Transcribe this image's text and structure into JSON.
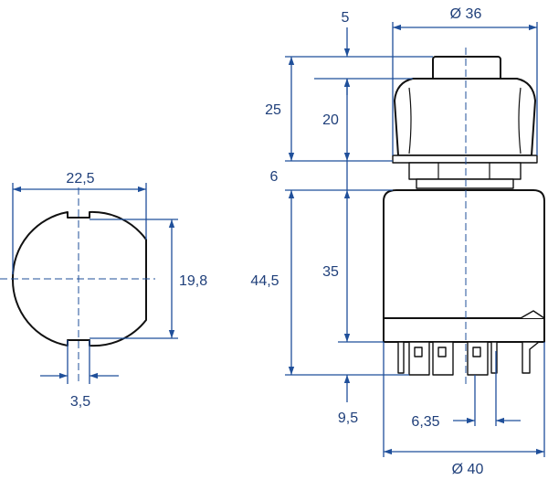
{
  "colors": {
    "dimension": "#1f4f9a",
    "dimension_text": "#1f3f7a",
    "outline": "#111111",
    "background": "#ffffff"
  },
  "cutout_view": {
    "width_label": "22,5",
    "flat_height_label": "19,8",
    "key_width_label": "3,5"
  },
  "side_view": {
    "top_diameter_label": "Ø 36",
    "button_height_label": "5",
    "knob_height_label": "25",
    "cap_height_label": "20",
    "nut_gap_label": "6",
    "body_height_label": "44,5",
    "body_inner_label": "35",
    "terminal_length_label": "9,5",
    "terminal_pitch_label": "6,35",
    "body_diameter_label": "Ø 40"
  }
}
